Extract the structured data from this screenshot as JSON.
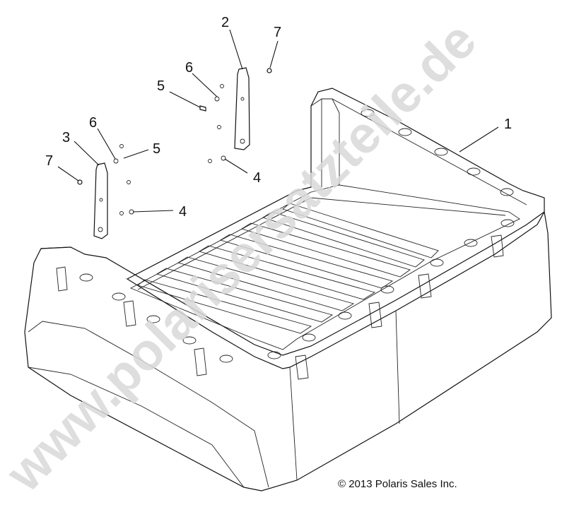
{
  "watermark": "www.polarisersatzteile.de",
  "copyright": "© 2013 Polaris Sales Inc.",
  "callouts": {
    "c1": "1",
    "c2": "2",
    "c3": "3",
    "c4a": "4",
    "c4b": "4",
    "c5a": "5",
    "c5b": "5",
    "c6a": "6",
    "c6b": "6",
    "c7a": "7",
    "c7b": "7"
  }
}
